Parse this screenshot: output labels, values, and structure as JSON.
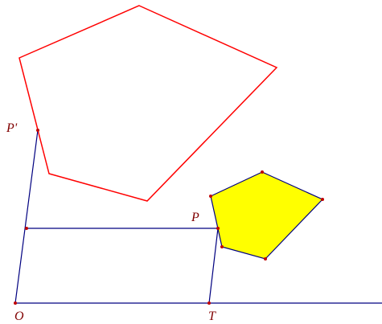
{
  "colors": {
    "background": "#ffffff",
    "large_pentagon_stroke": "#ff0000",
    "small_pentagon_fill": "#ffff00",
    "small_pentagon_stroke": "#000080",
    "construction_line": "#000080",
    "point": "#c00000",
    "label": "#800000"
  },
  "labels": {
    "p_prime": "P'",
    "p": "P",
    "o": "O",
    "t": "T"
  }
}
